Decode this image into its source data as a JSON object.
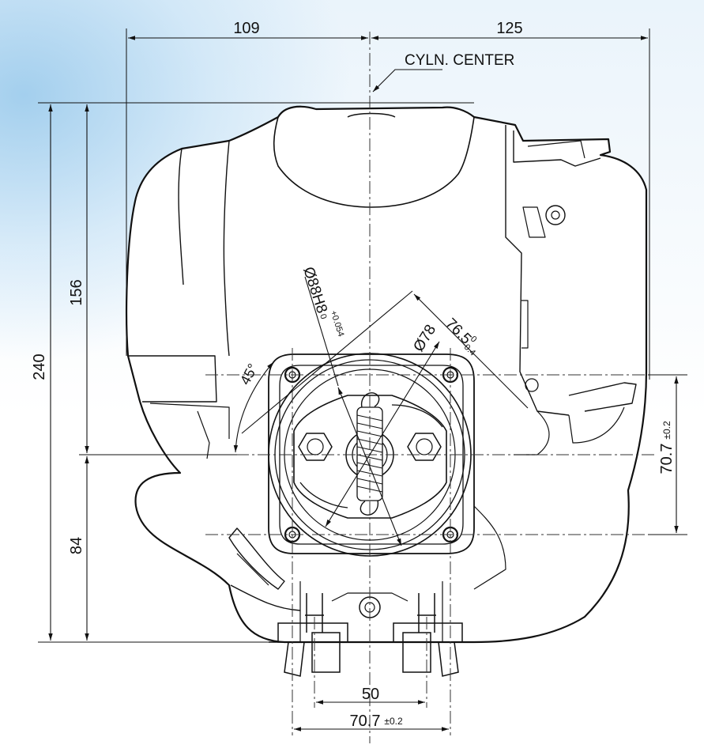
{
  "diagram": {
    "labels": {
      "width_left": "109",
      "width_right": "125",
      "cylinder_center": "CYLN. CENTER",
      "total_height": "240",
      "upper_height": "156",
      "lower_height": "84",
      "bolt_spacing_vertical": "70.7",
      "bolt_spacing_vertical_tol": "±0.2",
      "bolt_spacing_horizontal": "70.7",
      "bolt_spacing_horizontal_tol": "±0.2",
      "mount_spacing": "50",
      "angle": "45°",
      "pilot_diameter": "Ø88H8",
      "pilot_tol_upper": "+0.054",
      "pilot_tol_lower": "0",
      "bolt_circle_diameter": "Ø78",
      "diagonal": "76.5",
      "diagonal_tol_upper": "0",
      "diagonal_tol_lower": "-0.4"
    },
    "colors": {
      "line": "#111111",
      "background_wash": "#9cc8ea"
    }
  }
}
